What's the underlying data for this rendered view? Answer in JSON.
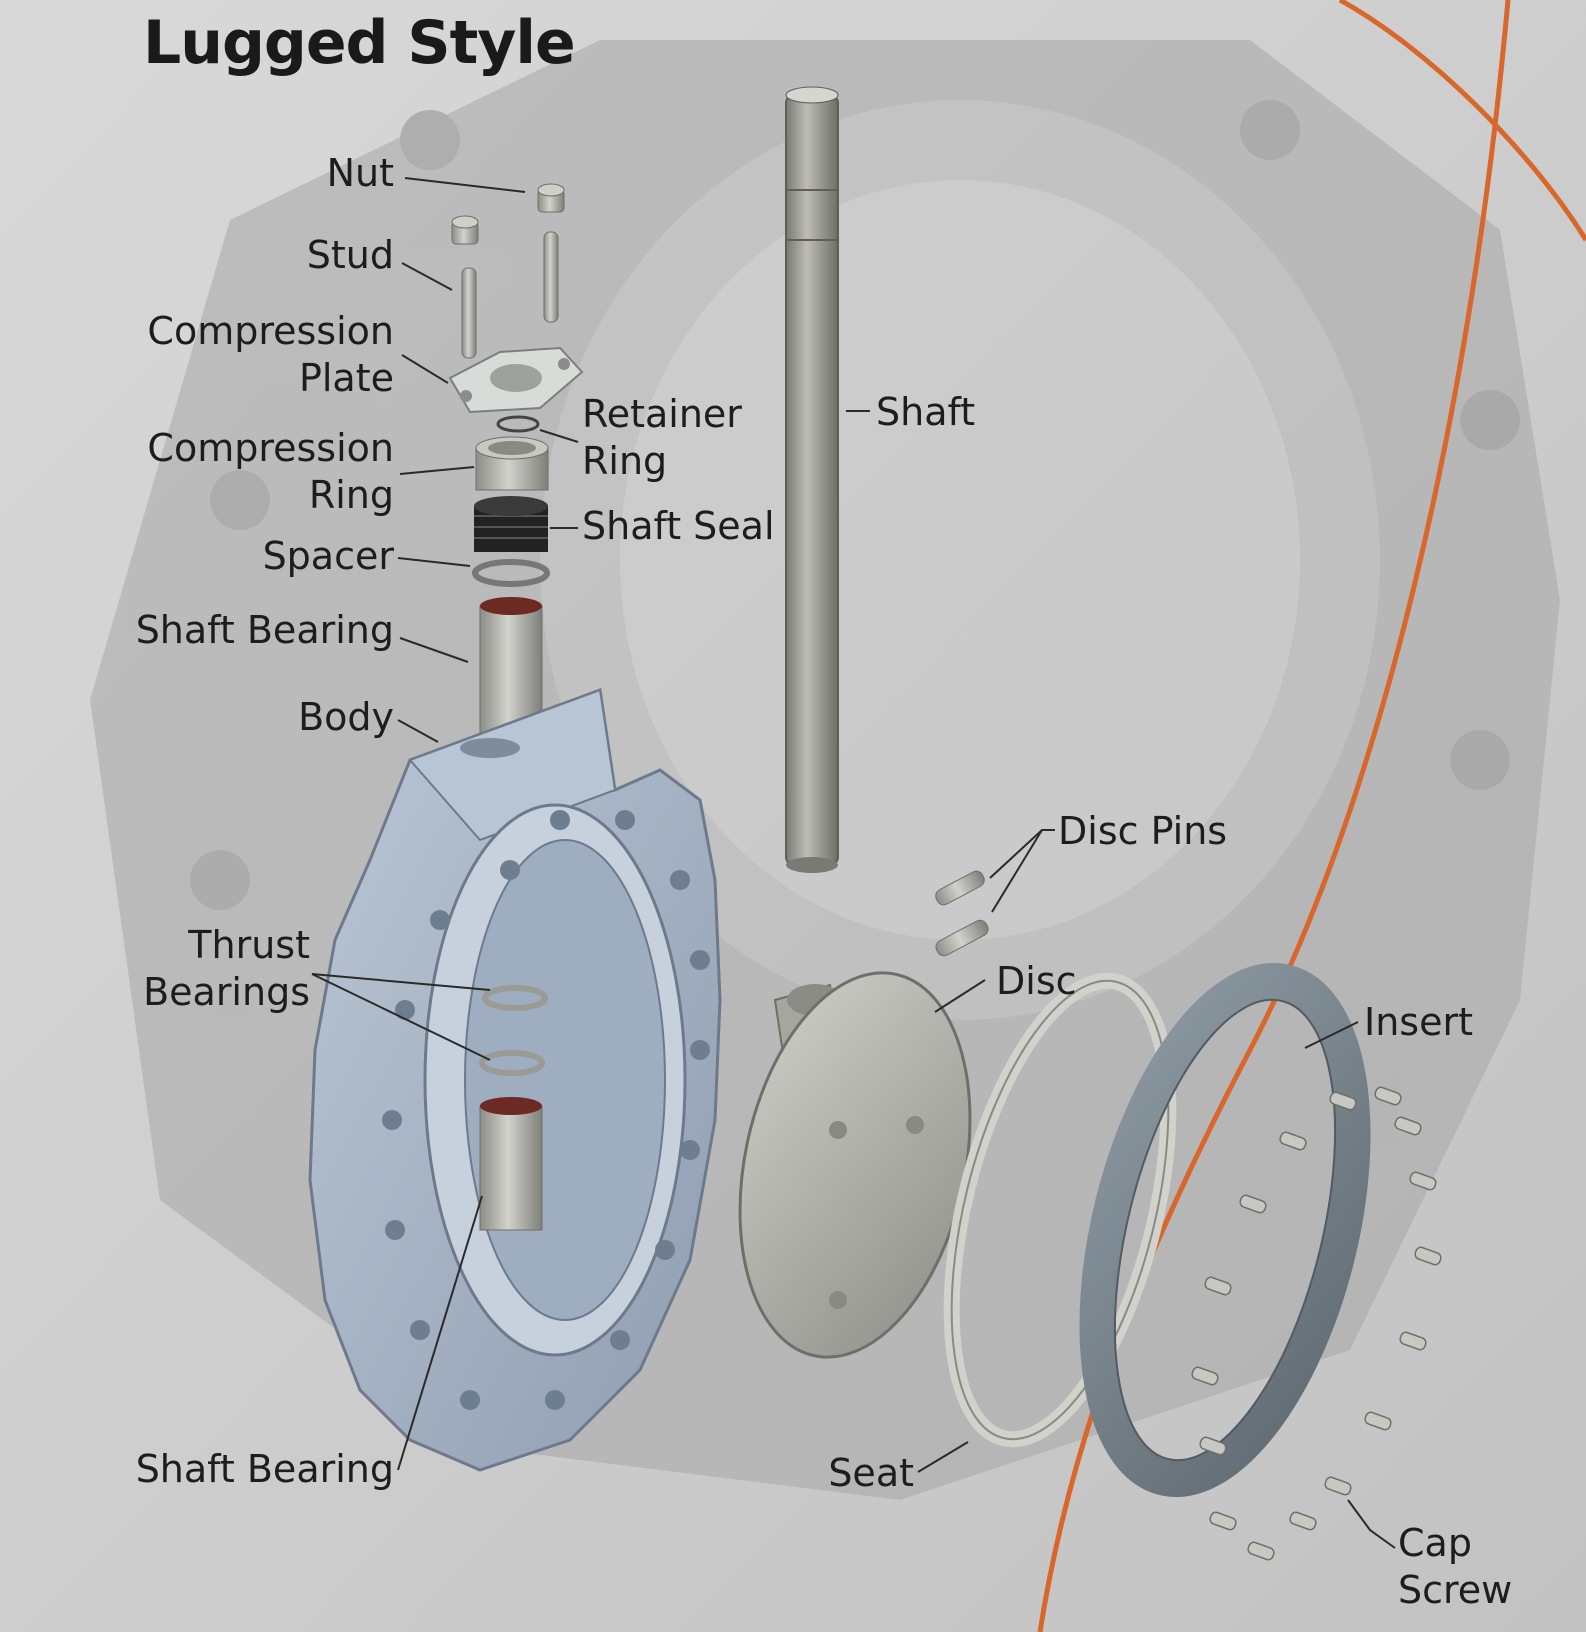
{
  "title": "Lugged Style",
  "labels": {
    "nut": "Nut",
    "stud": "Stud",
    "compression_plate": [
      "Compression",
      "Plate"
    ],
    "retainer_ring": [
      "Retainer",
      "Ring"
    ],
    "compression_ring": [
      "Compression",
      "Ring"
    ],
    "shaft_seal": "Shaft Seal",
    "spacer": "Spacer",
    "shaft_bearing_top": "Shaft Bearing",
    "body": "Body",
    "shaft": "Shaft",
    "disc_pins": "Disc Pins",
    "thrust_bearings": [
      "Thrust",
      "Bearings"
    ],
    "disc": "Disc",
    "insert": "Insert",
    "seat": "Seat",
    "shaft_bearing_bottom": "Shaft Bearing",
    "cap_screw": [
      "Cap",
      "Screw"
    ]
  },
  "colors": {
    "accent_curve": "#d9662a",
    "body_blue": "#a9b7c9",
    "metal_gray": "#a9a9a4",
    "insert_gray": "#7b8790",
    "background": "#cfcfcf",
    "seal_black": "#222222"
  }
}
